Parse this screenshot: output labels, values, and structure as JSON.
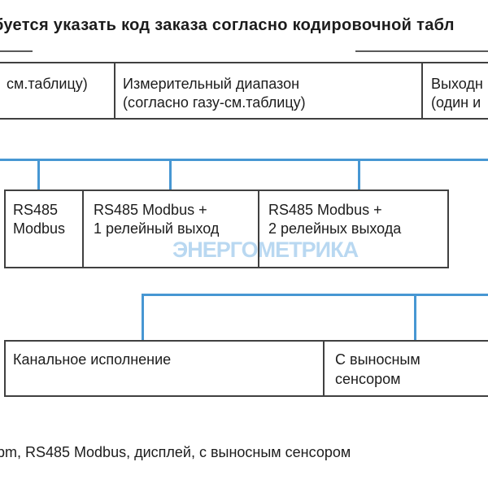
{
  "title": "буется указать код заказа согласно кодировочной табл",
  "header_cells": [
    {
      "lines": [
        "см.таблицу)",
        ""
      ]
    },
    {
      "lines": [
        "Измерительный диапазон",
        "(согласно газу-см.таблицу)"
      ]
    },
    {
      "lines": [
        "Выходн",
        "(один и"
      ]
    }
  ],
  "signal_options": [
    {
      "lines": [
        "RS485",
        "Modbus"
      ]
    },
    {
      "lines": [
        "RS485 Modbus +",
        "1 релейный выход"
      ]
    },
    {
      "lines": [
        "RS485 Modbus +",
        "2 релейных выхода"
      ]
    }
  ],
  "mount_options": [
    {
      "lines": [
        "Канальное исполнение",
        ""
      ]
    },
    {
      "lines": [
        "С выносным",
        "сенсором"
      ]
    }
  ],
  "watermark": "ЭНЕРГОМЕТРИКА",
  "footer": "pm, RS485 Modbus, дисплей, с выносным сенсором",
  "colors": {
    "connector_blue": "#4797d3",
    "border_dark": "#404040",
    "watermark_blue": "#b9d8f1",
    "text": "#1c1c1c",
    "background": "#ffffff"
  }
}
